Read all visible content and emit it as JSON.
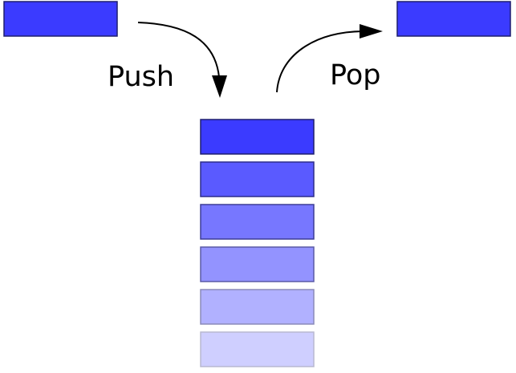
{
  "labels": {
    "push": "Push",
    "pop": "Pop"
  },
  "colors": {
    "element": "#3b3bff",
    "element_border": "#1e1e6e",
    "arrow": "#000000",
    "stack": [
      "#3b3bff",
      "#5a5aff",
      "#7777ff",
      "#9393ff",
      "#b1b1ff",
      "#cfcfff"
    ],
    "stack_border": [
      "#1e1e6e",
      "#2d2d8a",
      "#3d3d96",
      "#5a5aa6",
      "#8a8ab8",
      "#b9b9d0"
    ]
  },
  "stack": {
    "item_count": 6
  }
}
